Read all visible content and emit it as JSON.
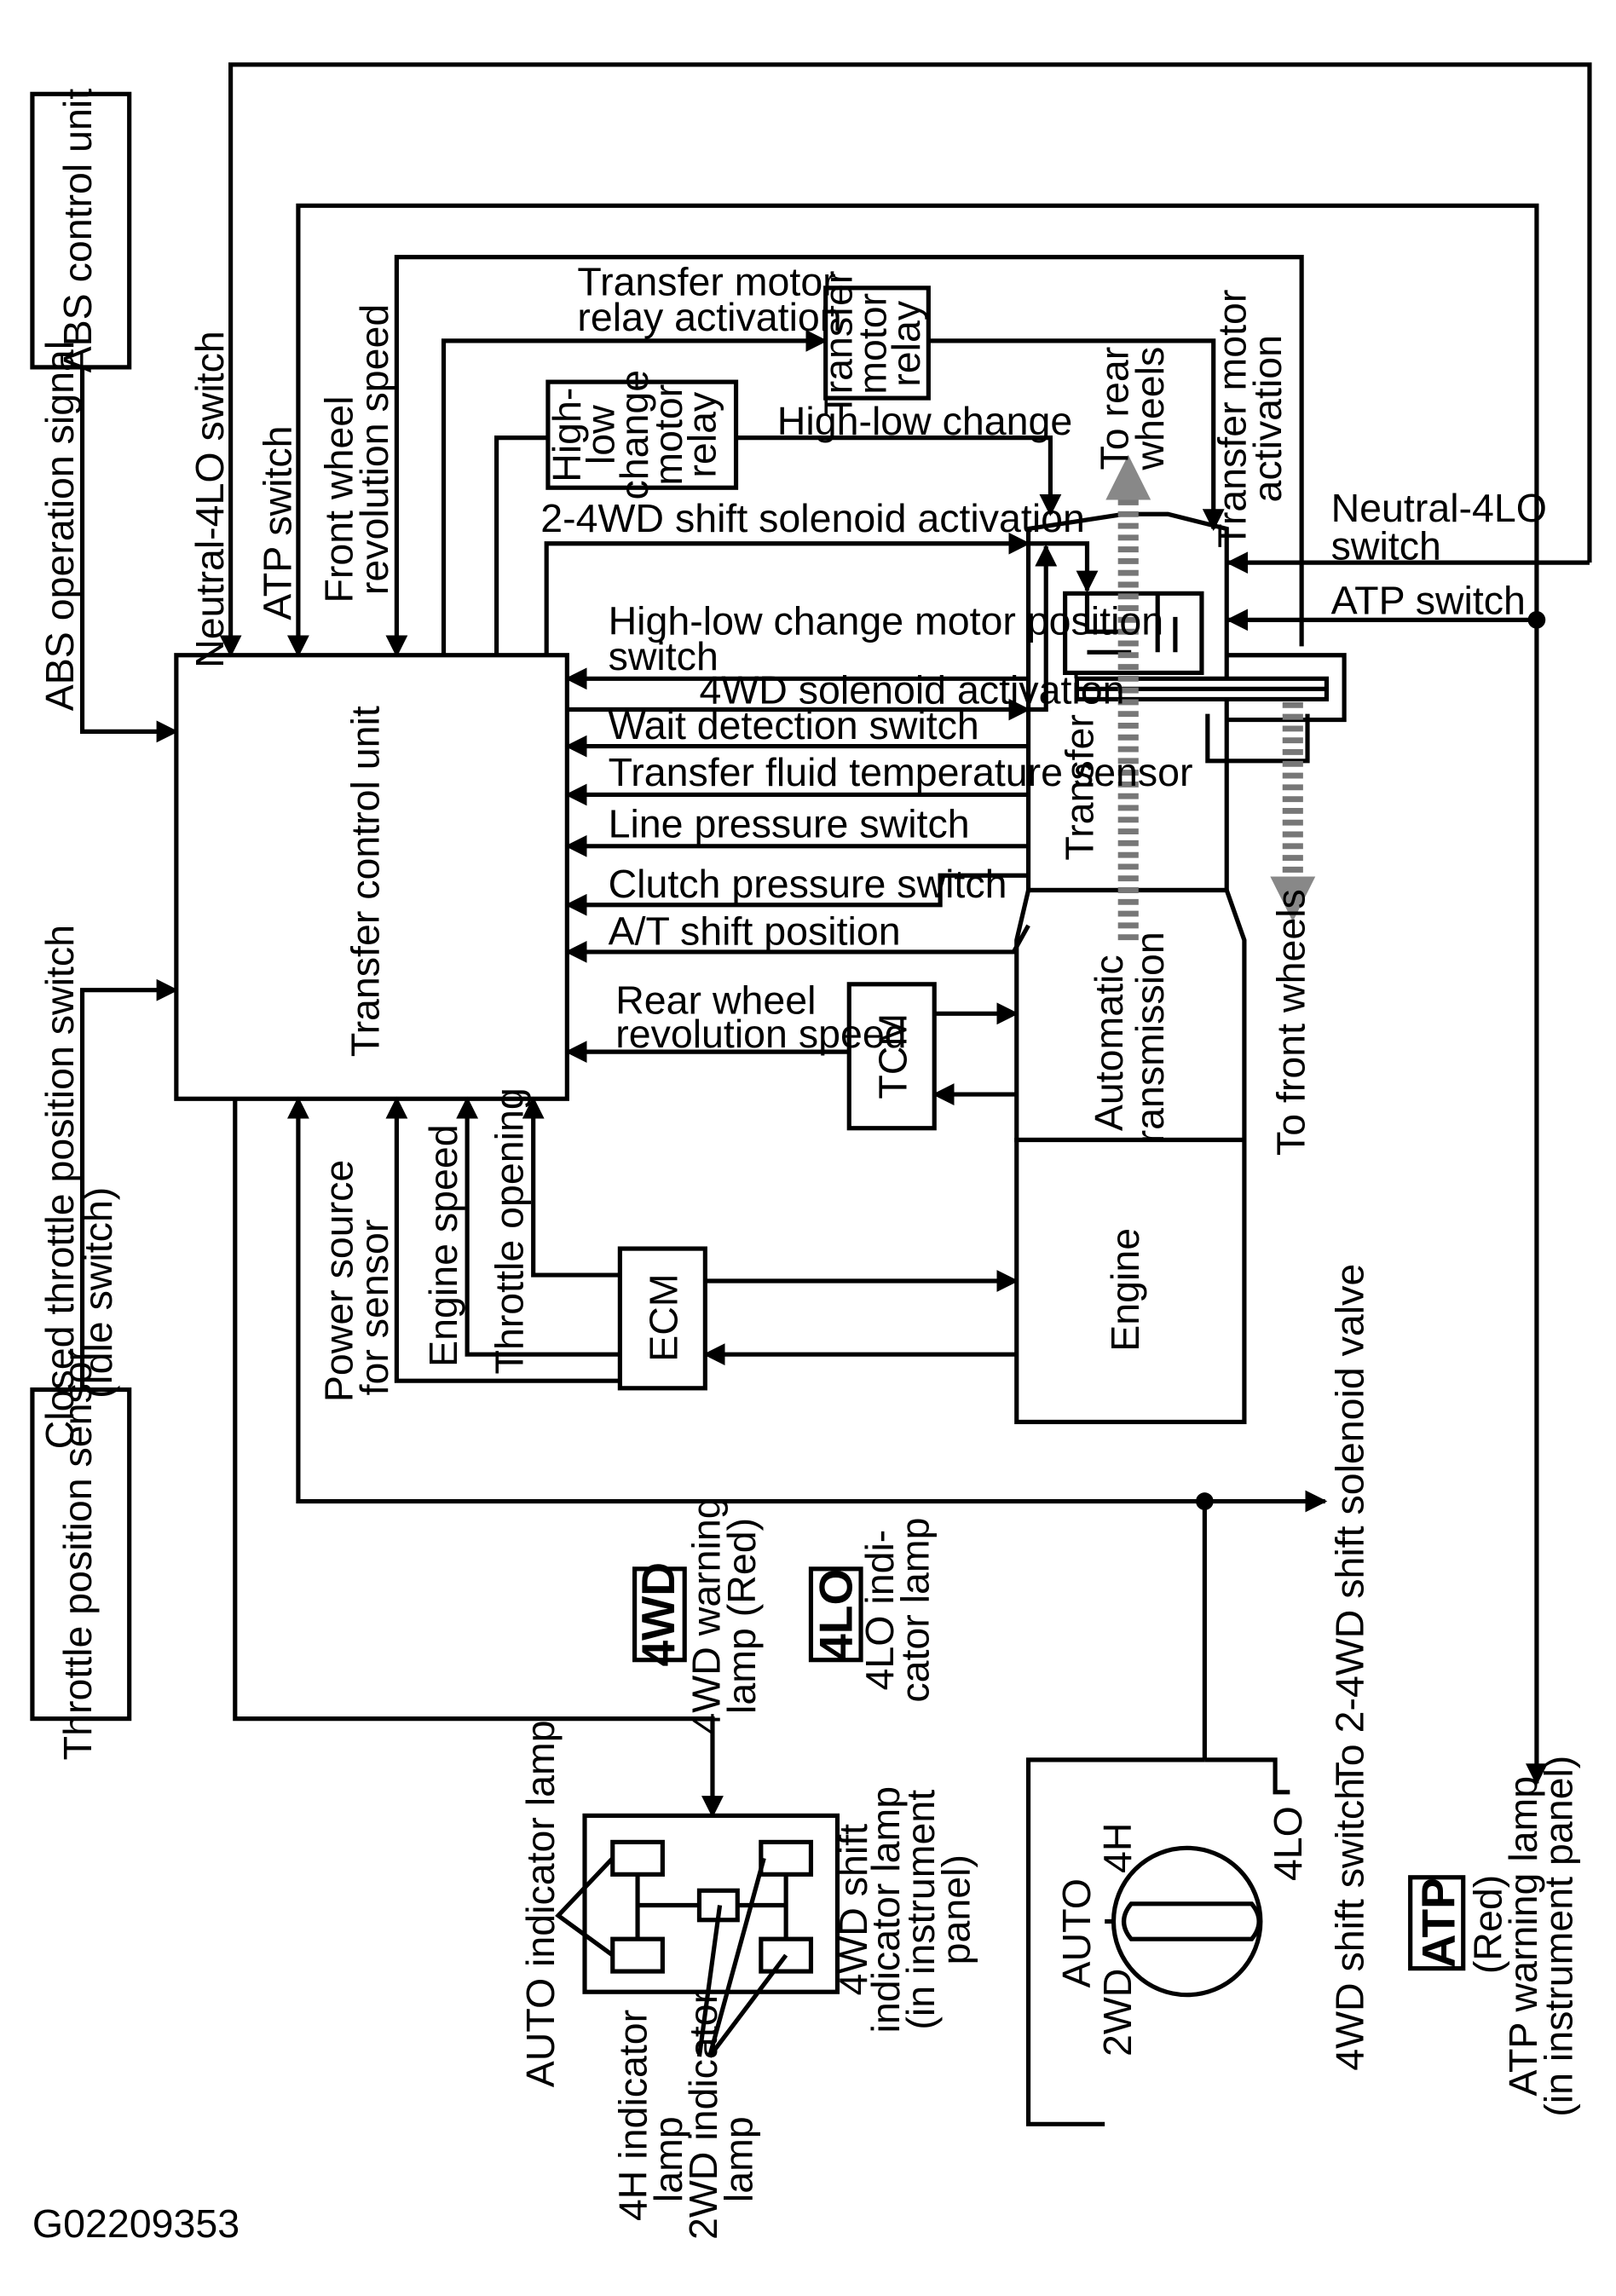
{
  "labels": {
    "abs_control_unit": "ABS control unit",
    "abs_operation_signal": "ABS operation signal",
    "neutral_4lo_switch_left": "Neutral-4LO switch",
    "atp_switch_left": "ATP switch",
    "front_wheel_speed_1": "Front wheel",
    "front_wheel_speed_2": "revolution speed",
    "transfer_motor_relay_activation_1": "Transfer motor",
    "transfer_motor_relay_activation_2": "relay activation",
    "transfer_motor_relay_1": "Transfer",
    "transfer_motor_relay_2": "motor",
    "transfer_motor_relay_3": "relay",
    "transfer_motor_activation_1": "Transfer motor",
    "transfer_motor_activation_2": "activation",
    "to_rear_wheels_1": "To rear",
    "to_rear_wheels_2": "wheels",
    "high_low_relay_1": "High-",
    "high_low_relay_2": "low",
    "high_low_relay_3": "change",
    "high_low_relay_4": "motor",
    "high_low_relay_5": "relay",
    "high_low_change": "High-low change",
    "shift_solenoid_activation": "2-4WD  shift solenoid activation",
    "neutral_4lo_switch_right_1": "Neutral-4LO",
    "neutral_4lo_switch_right_2": "switch",
    "atp_switch_right": "ATP switch",
    "motor_position_switch_1": "High-low change motor position",
    "motor_position_switch_2": "switch",
    "solenoid_4wd_activation": "4WD solenoid activation",
    "wait_detection_switch": "Wait detection switch",
    "fluid_temp_sensor": "Transfer fluid temperature sensor",
    "line_pressure_switch": "Line pressure switch",
    "clutch_pressure_switch": "Clutch pressure switch",
    "at_shift_position": "A/T shift position",
    "rear_wheel_speed_1": "Rear wheel",
    "rear_wheel_speed_2": "revolution speed",
    "transfer_control_unit": "Transfer control unit",
    "transfer": "Transfer",
    "tcm": "TCM",
    "automatic_transmission_1": "Automatic",
    "automatic_transmission_2": "transmission",
    "to_front_wheels": "To front wheels",
    "engine": "Engine",
    "ecm": "ECM",
    "power_source_1": "Power source",
    "power_source_2": "for sensor",
    "engine_speed": "Engine speed",
    "throttle_opening": "Throttle opening",
    "closed_throttle_1": "Closed throttle position switch",
    "closed_throttle_2": "(Idle switch)",
    "throttle_position_sensor": "Throttle position sensor",
    "to_shift_solenoid_valve": "To 2-4WD shift solenoid valve",
    "lamp_4wd_badge": "4WD",
    "lamp_4wd_1": "4WD warning",
    "lamp_4wd_2": "lamp (Red)",
    "lamp_4lo_badge": "4LO",
    "lamp_4lo_1": "4LO indi-",
    "lamp_4lo_2": "cator lamp",
    "auto_indicator_lamp": "AUTO indicator lamp",
    "shift_indicator_1": "4WD shift",
    "shift_indicator_2": "indicator lamp",
    "shift_indicator_3": "(in instrument",
    "shift_indicator_4": "panel)",
    "lamp_4h_1": "4H indicator",
    "lamp_4h_2": "lamp",
    "lamp_2wd_1": "2WD indicator",
    "lamp_2wd_2": "lamp",
    "sw_auto": "AUTO",
    "sw_4h": "4H",
    "sw_4lo": "4LO",
    "sw_2wd": "2WD",
    "shift_switch": "4WD shift switch",
    "atp_badge": "ATP",
    "atp_lamp_1": "(Red)",
    "atp_lamp_2": "ATP warning lamp",
    "atp_lamp_3": "(in instrument panel)",
    "figure_id": "G02209353"
  }
}
